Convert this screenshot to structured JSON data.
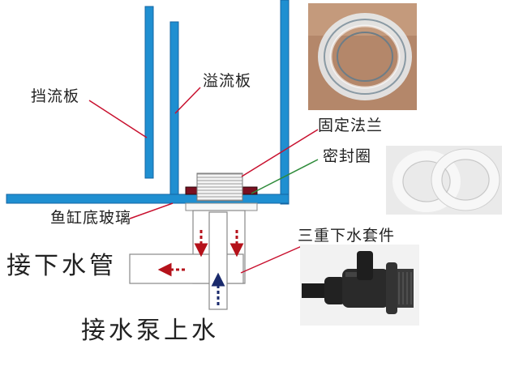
{
  "labels": {
    "baffle": "挡流板",
    "overflow_plate": "溢流板",
    "fixing_flange": "固定法兰",
    "seal_ring": "密封圈",
    "tank_bottom_glass": "鱼缸底玻璃",
    "triple_drain_kit": "三重下水套件",
    "to_drain_pipe": "接下水管",
    "to_pump_return": "接水泵上水"
  },
  "colors": {
    "glass_blue": "#1f8fd1",
    "glass_outline": "#1466a3",
    "leader_red": "#c8102e",
    "leader_green": "#2e8b3a",
    "arrow_red": "#b5121b",
    "arrow_navy": "#1a2a6c",
    "pipe_outline": "#888888"
  },
  "icons": {
    "flow_left": "arrow-left",
    "flow_down": "arrow-down",
    "flow_up": "arrow-up"
  }
}
